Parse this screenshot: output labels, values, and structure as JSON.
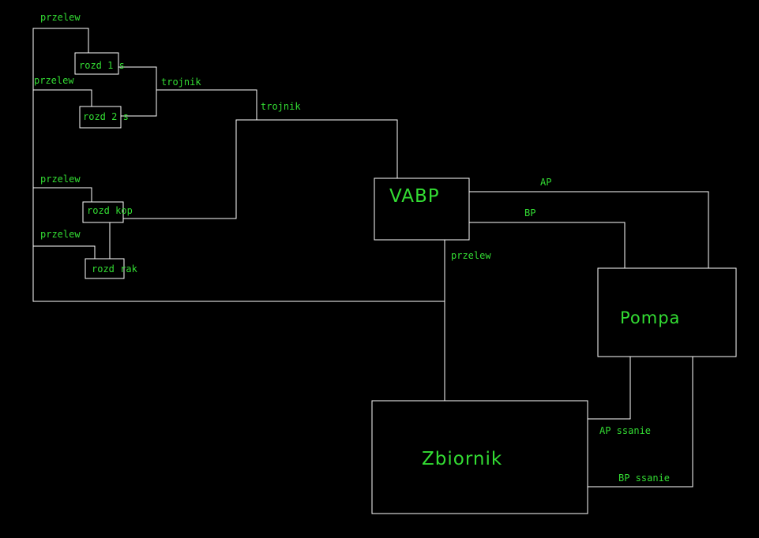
{
  "colors": {
    "background": "#000000",
    "lines": "#ffffff",
    "text": "#33dd33"
  },
  "labels": {
    "przelew_1": "przelew",
    "przelew_2": "przelew",
    "przelew_3": "przelew",
    "przelew_4": "przelew",
    "przelew_5": "przelew",
    "trojnik_1": "trojnik",
    "trojnik_2": "trojnik",
    "ap": "AP",
    "bp": "BP",
    "ap_ssanie": "AP ssanie",
    "bp_ssanie": "BP ssanie"
  },
  "boxes": {
    "rozd_1s": "rozd 1 s",
    "rozd_2s": "rozd 2 s",
    "rozd_kop": "rozd kop",
    "rozd_rak": "rozd rak",
    "vabp": "VABP",
    "pompa": "Pompa",
    "zbiornik": "Zbiornik"
  }
}
